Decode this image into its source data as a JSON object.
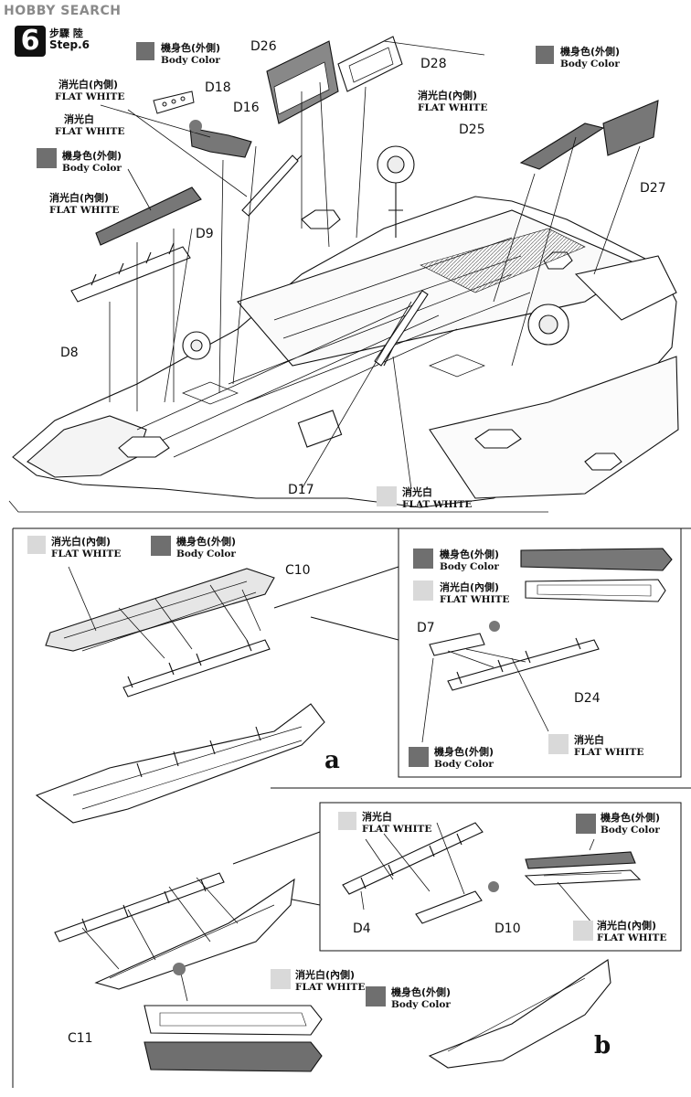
{
  "watermark": "HOBBY SEARCH",
  "step": {
    "number": "6",
    "title_cjk": "步驟 陸",
    "title_en": "Step.6"
  },
  "paint": {
    "body_cjk": "機身色(外側)",
    "body_en": "Body Color",
    "white_in_cjk": "消光白(內側)",
    "white_en": "FLAT WHITE",
    "white_cjk": "消光白"
  },
  "parts": {
    "D26": "D26",
    "D28": "D28",
    "D18": "D18",
    "D16": "D16",
    "D25": "D25",
    "D27": "D27",
    "D9": "D9",
    "D8": "D8",
    "D17": "D17",
    "C10": "C10",
    "D7": "D7",
    "D24": "D24",
    "D4": "D4",
    "D10": "D10",
    "C11": "C11"
  },
  "sub": {
    "a": "a",
    "b": "b"
  },
  "colors": {
    "body_chip": "#6f6f6f",
    "white_chip": "#d9d9d9",
    "ink": "#111111"
  }
}
